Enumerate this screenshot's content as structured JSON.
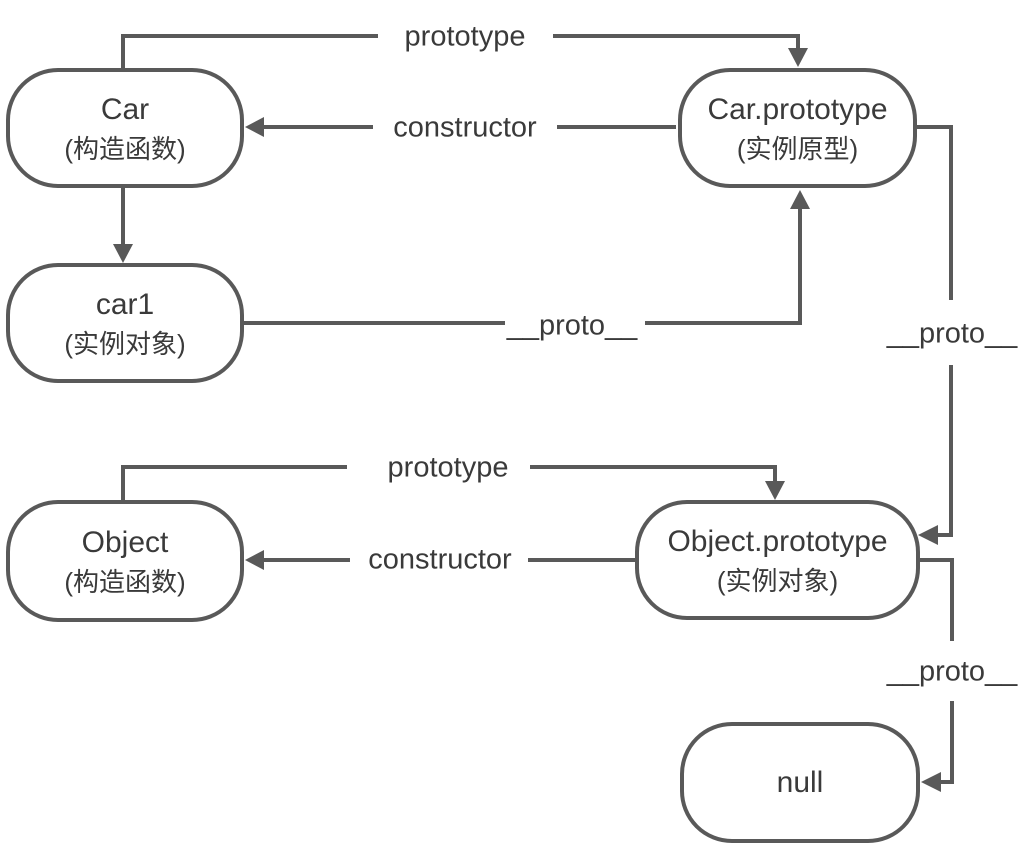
{
  "diagram": {
    "description": "JavaScript prototype chain diagram",
    "colors": {
      "background": "#ffffff",
      "stroke": "#595959",
      "text": "#3a3a3a"
    },
    "nodes": {
      "car": {
        "title": "Car",
        "subtitle": "(构造函数)"
      },
      "car_prototype": {
        "title": "Car.prototype",
        "subtitle": "(实例原型)"
      },
      "car1": {
        "title": "car1",
        "subtitle": "(实例对象)"
      },
      "object": {
        "title": "Object",
        "subtitle": "(构造函数)"
      },
      "object_prototype": {
        "title": "Object.prototype",
        "subtitle": "(实例对象)"
      },
      "null_node": {
        "title": "null"
      }
    },
    "edge_labels": {
      "prototype_top": "prototype",
      "constructor_top": "constructor",
      "proto_car1": "__proto__",
      "proto_upper_right": "__proto__",
      "prototype_bottom": "prototype",
      "constructor_bottom": "constructor",
      "proto_lower_right": "__proto__"
    },
    "edges": [
      {
        "from": "Car",
        "to": "Car.prototype",
        "label": "prototype"
      },
      {
        "from": "Car.prototype",
        "to": "Car",
        "label": "constructor"
      },
      {
        "from": "Car",
        "to": "car1",
        "label": ""
      },
      {
        "from": "car1",
        "to": "Car.prototype",
        "label": "__proto__"
      },
      {
        "from": "Car.prototype",
        "to": "Object.prototype",
        "label": "__proto__"
      },
      {
        "from": "Object",
        "to": "Object.prototype",
        "label": "prototype"
      },
      {
        "from": "Object.prototype",
        "to": "Object",
        "label": "constructor"
      },
      {
        "from": "Object.prototype",
        "to": "null",
        "label": "__proto__"
      }
    ]
  }
}
